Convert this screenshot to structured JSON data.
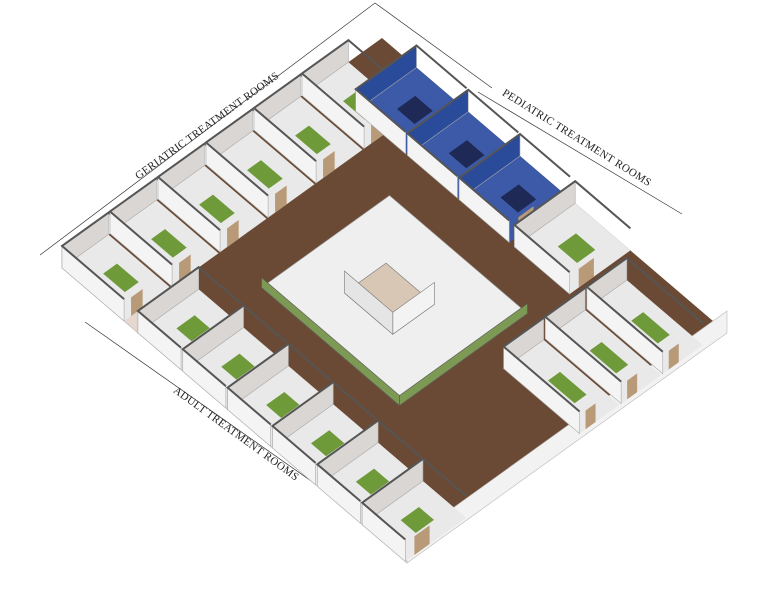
{
  "labels": {
    "geriatric": "GERIATRIC TREATMENT ROOMS",
    "pediatric": "PEDIATRIC TREATMENT ROOMS",
    "adult": "ADULT TREATMENT ROOMS"
  },
  "colors": {
    "floor_wood": "#6b4a35",
    "room_floor": "#e9e9ea",
    "wall_top": "#ffffff",
    "wall_side": "#d9d6d3",
    "bed_green": "#6f9a3a",
    "pediatric_blue": "#2a4a9a",
    "station_green": "#7d9a55",
    "door": "#b89a78",
    "exterior_wall": "#e6d8cf"
  }
}
